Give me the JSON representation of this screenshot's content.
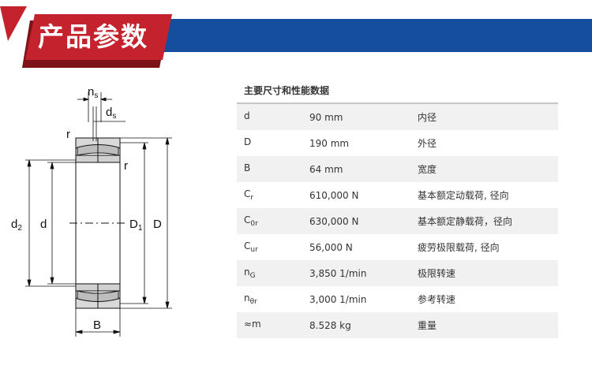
{
  "header": {
    "title": "产品参数",
    "colors": {
      "red": "#c4232d",
      "blue": "#164e9e",
      "dark_red": "#7e1219"
    }
  },
  "drawing": {
    "labels": {
      "n": "n",
      "n_sub": "s",
      "ds": "d",
      "ds_sub": "s",
      "r_top": "r",
      "r_right": "r",
      "d2": "d",
      "d2_sub": "2",
      "d": "d",
      "D1": "D",
      "D1_sub": "1",
      "D": "D",
      "B": "B"
    }
  },
  "spec": {
    "title": "主要尺寸和性能数据",
    "rows": [
      {
        "sym": "d",
        "sub": "",
        "value": "90 mm",
        "desc": "内径"
      },
      {
        "sym": "D",
        "sub": "",
        "value": "190 mm",
        "desc": "外径"
      },
      {
        "sym": "B",
        "sub": "",
        "value": "64 mm",
        "desc": "宽度"
      },
      {
        "sym": "C",
        "sub": "r",
        "value": "610,000 N",
        "desc": "基本额定动载荷, 径向"
      },
      {
        "sym": "C",
        "sub": "0r",
        "value": "630,000 N",
        "desc": "基本额定静载荷，径向"
      },
      {
        "sym": "C",
        "sub": "ur",
        "value": "56,000 N",
        "desc": "疲劳极限载荷, 径向"
      },
      {
        "sym": "n",
        "sub": "G",
        "value": "3,850 1/min",
        "desc": "极限转速"
      },
      {
        "sym": "n",
        "sub": "θr",
        "value": "3,000 1/min",
        "desc": "参考转速"
      },
      {
        "sym": "≈m",
        "sub": "",
        "value": "8.528 kg",
        "desc": "重量"
      }
    ]
  }
}
